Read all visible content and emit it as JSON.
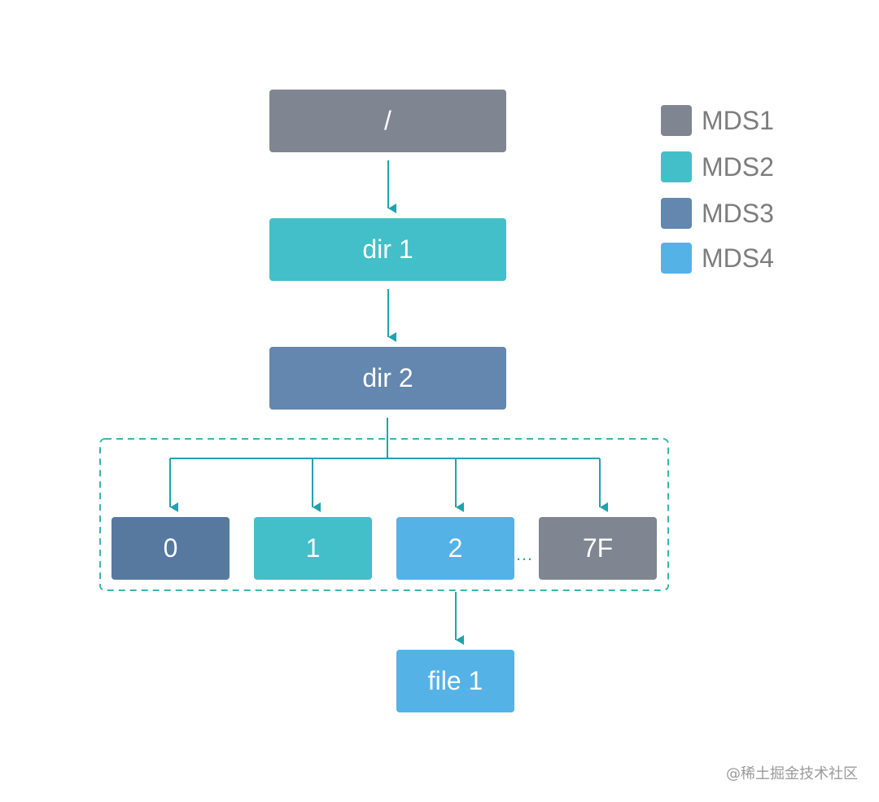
{
  "nodes": {
    "root": "/",
    "dir1": "dir 1",
    "dir2": "dir 2",
    "shard0": "0",
    "shard1": "1",
    "shard2": "2",
    "shard7f": "7F",
    "file1": "file 1"
  },
  "ellipsis": "…",
  "legend": [
    {
      "label": "MDS1",
      "color": "#7f8691"
    },
    {
      "label": "MDS2",
      "color": "#42bfc8"
    },
    {
      "label": "MDS3",
      "color": "#6387ae"
    },
    {
      "label": "MDS4",
      "color": "#55b2e6"
    }
  ],
  "watermark": "@稀土掘金技术社区",
  "colors": {
    "arrow": "#1fa3ad",
    "dashed_border": "#39b6b0"
  }
}
